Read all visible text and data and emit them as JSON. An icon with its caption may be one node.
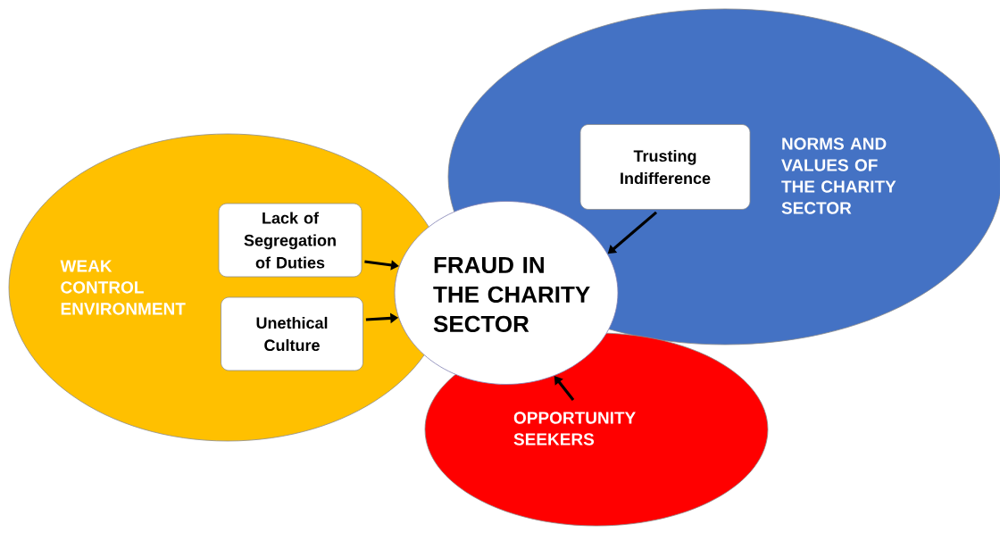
{
  "diagram": {
    "nodes": [
      {
        "text": [
          "WEAK CONTROL ENVIRONMENT"
        ]
      },
      {
        "text": [
          "Lack of Segregation of Duties"
        ],
        "in": 0
      },
      {
        "text": [
          "Unethical Culture"
        ],
        "in": 0
      },
      {
        "text": [
          "NORMS AND VALUES OF THE CHARITY SECTOR"
        ]
      },
      {
        "text": [
          "Trusting Indifference"
        ],
        "in": 3
      },
      {
        "text": [
          "FRAUD IN THE CHARITY SECTOR"
        ]
      },
      {
        "text": [
          "OPPORTUNITY SEEKERS"
        ]
      }
    ],
    "edges": [
      {
        "from": 1,
        "to": 5,
        "arrow": "to"
      },
      {
        "from": 2,
        "to": 5,
        "arrow": "to"
      },
      {
        "from": 4,
        "to": 5,
        "arrow": "to"
      },
      {
        "from": 6,
        "to": 5,
        "arrow": "to"
      }
    ]
  }
}
